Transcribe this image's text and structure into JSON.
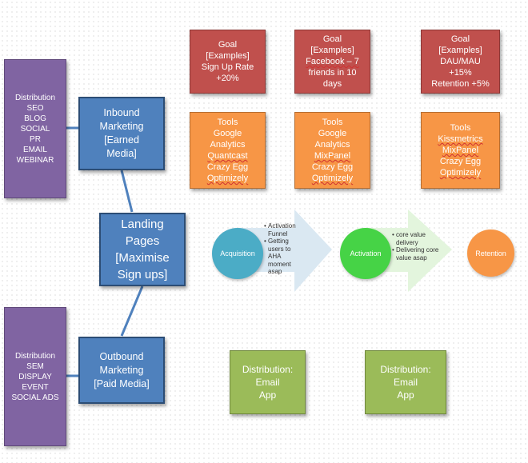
{
  "distribution_top": {
    "title": "Distribution",
    "items": [
      "SEO",
      "BLOG",
      "SOCIAL",
      "PR",
      "EMAIL",
      "WEBINAR"
    ]
  },
  "distribution_bottom": {
    "title": "Distribution",
    "items": [
      "SEM",
      "DISPLAY",
      "EVENT",
      "SOCIAL ADS"
    ]
  },
  "inbound": {
    "lines": [
      "Inbound",
      "Marketing",
      "[Earned",
      "Media]"
    ]
  },
  "outbound": {
    "lines": [
      "Outbound",
      "Marketing",
      "[Paid Media]"
    ]
  },
  "landing": {
    "lines": [
      "Landing",
      "Pages",
      "[Maximise",
      "Sign ups]"
    ]
  },
  "goals": [
    {
      "lines": [
        "Goal",
        "[Examples]",
        "Sign Up Rate",
        "+20%"
      ]
    },
    {
      "lines": [
        "Goal",
        "[Examples]",
        "Facebook – 7",
        "friends in 10",
        "days"
      ]
    },
    {
      "lines": [
        "Goal",
        "[Examples]",
        "DAU/MAU",
        "+15%",
        "Retention +5%"
      ]
    }
  ],
  "tools": [
    {
      "lines": [
        "Tools",
        "Google",
        "Analytics",
        "Quantcast",
        "Crazy Egg",
        "Optimizely"
      ]
    },
    {
      "lines": [
        "Tools",
        "Google",
        "Analytics",
        "MixPanel",
        "Crazy Egg",
        "Optimizely"
      ]
    },
    {
      "lines": [
        "Tools",
        "Kissmetrics",
        "MixPanel",
        "Crazy Egg",
        "Optimizely"
      ]
    }
  ],
  "stages": {
    "acquisition": "Acquisition",
    "activation": "Activation",
    "retention": "Retention"
  },
  "acquisition_notes": [
    "Activation Funnel",
    "Getting users to AHA moment asap"
  ],
  "activation_notes": [
    "core value delivery",
    "Delivering core value asap"
  ],
  "email_boxes": [
    {
      "lines": [
        "Distribution:",
        "Email",
        "App"
      ]
    },
    {
      "lines": [
        "Distribution:",
        "Email",
        "App"
      ]
    }
  ],
  "colors": {
    "purple": "#8064a2",
    "blue": "#4f81bd",
    "red": "#c0504d",
    "orange": "#f79646",
    "green": "#9bbb59",
    "acquisition": "#4bacc6",
    "activation": "#46d346",
    "retention": "#f79646"
  }
}
